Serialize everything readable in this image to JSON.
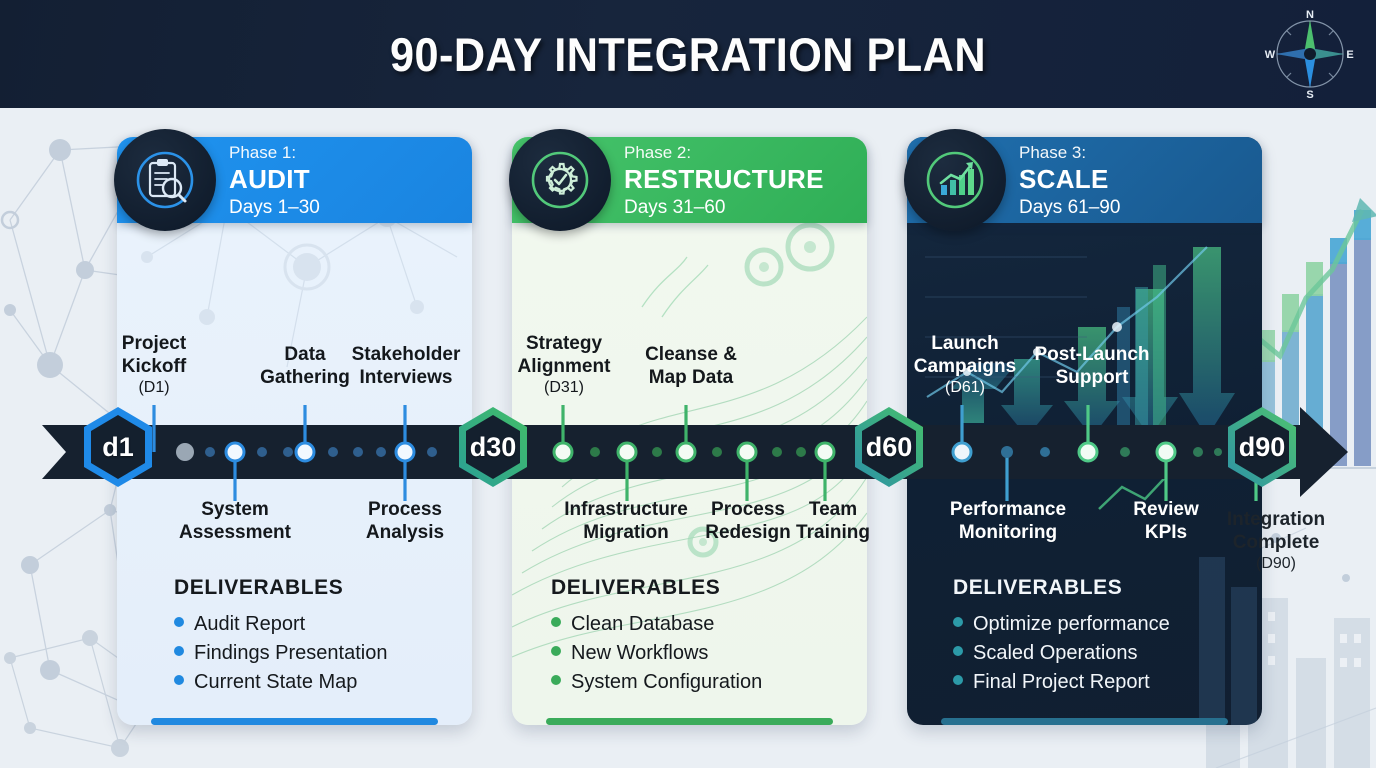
{
  "header": {
    "title": "90-DAY INTEGRATION PLAN",
    "compass": {
      "icon": "compass-icon",
      "north": "N",
      "east": "E",
      "south": "S",
      "west": "W"
    }
  },
  "colors": {
    "header_bg": "#17253c",
    "phase1": "#1f93ef",
    "phase2": "#3ebc64",
    "phase3": "#1f6fae",
    "timeline_bar": "#15202f",
    "teal": "#2aa79b",
    "page_bg": "#eaeff4"
  },
  "timeline": {
    "markers": [
      {
        "label": "d1",
        "accent": "#1f8ae8"
      },
      {
        "label": "d30",
        "accent": "#35b07e"
      },
      {
        "label": "d60",
        "accent": "#3fb866"
      },
      {
        "label": "d90",
        "accent": "#45bd6c"
      }
    ]
  },
  "phases": [
    {
      "kicker": "Phase 1:",
      "name": "AUDIT",
      "days": "Days 1–30",
      "icon": "clipboard-audit-icon",
      "accent": "#1f93ef",
      "tasks_above": [
        {
          "title": "Project",
          "title2": "Kickoff",
          "sub": "(D1)"
        },
        {
          "title": "Data",
          "title2": "Gathering",
          "sub": ""
        },
        {
          "title": "Stakeholder",
          "title2": "Interviews",
          "sub": ""
        }
      ],
      "tasks_below": [
        {
          "title": "System",
          "title2": "Assessment",
          "sub": ""
        },
        {
          "title": "Process",
          "title2": "Analysis",
          "sub": ""
        }
      ],
      "deliverables_title": "DELIVERABLES",
      "deliverables": [
        "Audit Report",
        "Findings Presentation",
        "Current State Map"
      ],
      "bullet_color": "#2089e0"
    },
    {
      "kicker": "Phase 2:",
      "name": "RESTRUCTURE",
      "days": "Days 31–60",
      "icon": "gear-check-icon",
      "accent": "#3ebc64",
      "tasks_above": [
        {
          "title": "Strategy",
          "title2": "Alignment",
          "sub": "(D31)"
        },
        {
          "title": "Cleanse &",
          "title2": "Map Data",
          "sub": ""
        }
      ],
      "tasks_below": [
        {
          "title": "Infrastructure",
          "title2": "Migration",
          "sub": ""
        },
        {
          "title": "Process",
          "title2": "Redesign",
          "sub": ""
        },
        {
          "title": "Team",
          "title2": "Training",
          "sub": ""
        }
      ],
      "deliverables_title": "DELIVERABLES",
      "deliverables": [
        "Clean Database",
        "New Workflows",
        "System Configuration"
      ],
      "bullet_color": "#3aab5a"
    },
    {
      "kicker": "Phase 3:",
      "name": "SCALE",
      "days": "Days 61–90",
      "icon": "growth-chart-icon",
      "accent": "#1f6fae",
      "tasks_above": [
        {
          "title": "Launch",
          "title2": "Campaigns",
          "sub": "(D61)"
        },
        {
          "title": "Post-Launch",
          "title2": "Support",
          "sub": ""
        }
      ],
      "tasks_below": [
        {
          "title": "Performance",
          "title2": "Monitoring",
          "sub": ""
        },
        {
          "title": "Review",
          "title2": "KPIs",
          "sub": ""
        },
        {
          "title": "Integration",
          "title2": "Complete",
          "sub": "(D90)"
        }
      ],
      "deliverables_title": "DELIVERABLES",
      "deliverables": [
        "Optimize performance",
        "Scaled Operations",
        "Final Project Report"
      ],
      "bullet_color": "#2c9aa8"
    }
  ]
}
